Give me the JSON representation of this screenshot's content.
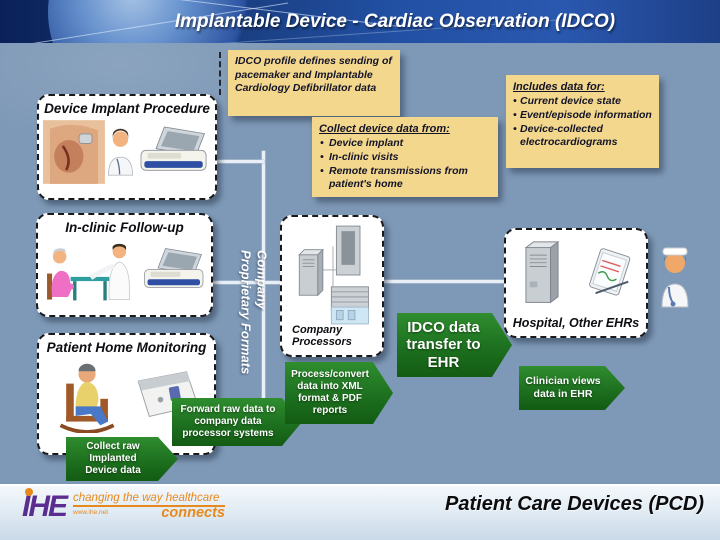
{
  "header": {
    "title": "Implantable Device - Cardiac Observation (IDCO)"
  },
  "notes": {
    "idco_profile": {
      "text": "IDCO profile defines sending of pacemaker and Implantable Cardiology Defibrillator data"
    },
    "collect": {
      "heading": "Collect device data from:",
      "items": [
        "Device implant",
        "In-clinic visits",
        "Remote transmissions from patient's home"
      ]
    },
    "includes": {
      "heading": "Includes data for:",
      "items": [
        "Current device state",
        "Event/episode information",
        "Device-collected electrocardiograms"
      ]
    }
  },
  "stations": {
    "implant": {
      "title": "Device Implant Procedure"
    },
    "clinic": {
      "title": "In-clinic Follow-up"
    },
    "home": {
      "title": "Patient Home Monitoring"
    },
    "processors": {
      "title": "Company Processors"
    },
    "hospital": {
      "title": "Hospital, Other EHRs"
    }
  },
  "labels": {
    "proprietary_line1": "Company",
    "proprietary_line2": "Proprietary Formats"
  },
  "arrows": {
    "collect_raw": "Collect raw Implanted Device data",
    "forward_raw": "Forward raw data to company data processor systems",
    "process_convert": "Process/convert data into XML format & PDF reports",
    "idco_transfer": "IDCO data transfer to EHR",
    "clinician_views": "Clinician views data in EHR"
  },
  "footer": {
    "logo": "IHE",
    "tagline": "changing the way healthcare",
    "connects": "connects",
    "url": "www.ihe.net",
    "domain": "Patient Care Devices (PCD)"
  },
  "colors": {
    "slide_bg": "#7e99b7",
    "header_dark": "#0a2158",
    "header_accent": "#2a58b0",
    "note_bg": "#f2d78c",
    "arrow_green_light": "#2f8d2f",
    "arrow_green_dark": "#135c13",
    "ihe_purple": "#5a2d8f",
    "ihe_orange": "#e8891d"
  }
}
